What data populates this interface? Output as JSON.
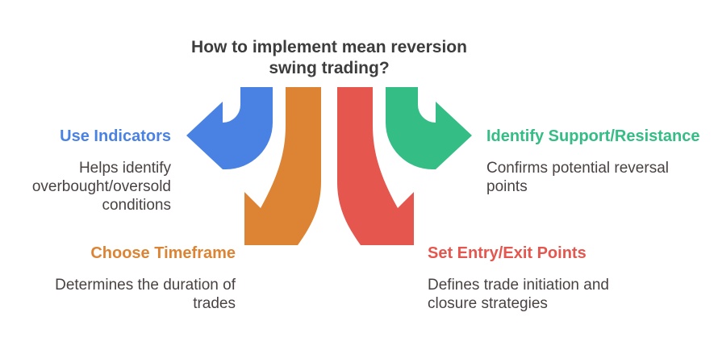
{
  "title": {
    "lines": [
      "How to implement mean reversion",
      "swing trading?"
    ]
  },
  "text_colors": {
    "title": "#3d3d3d",
    "body": "#4a4242"
  },
  "sections": [
    {
      "id": "use-indicators",
      "heading": "Use Indicators",
      "color": "#4a82e4",
      "desc_lines": [
        "Helps identify",
        "overbought/oversold",
        "conditions"
      ],
      "arrow": "curved-arrow-left"
    },
    {
      "id": "identify-support-resistance",
      "heading": "Identify Support/Resistance",
      "color": "#34bd84",
      "desc_lines": [
        "Confirms potential reversal",
        "points"
      ],
      "arrow": "curved-arrow-right"
    },
    {
      "id": "choose-timeframe",
      "heading": "Choose Timeframe",
      "color": "#dd8434",
      "desc_lines": [
        "Determines the duration of",
        "trades"
      ],
      "arrow": "curved-arrow-down-left"
    },
    {
      "id": "set-entry-exit-points",
      "heading": "Set Entry/Exit Points",
      "color": "#e4564e",
      "desc_lines": [
        "Defines trade initiation and",
        "closure strategies"
      ],
      "arrow": "curved-arrow-down-right"
    }
  ]
}
